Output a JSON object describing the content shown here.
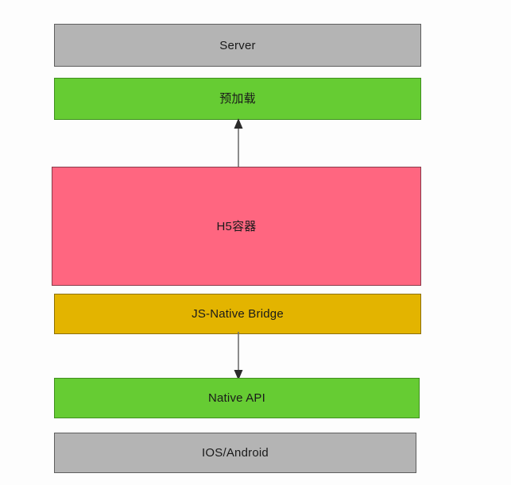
{
  "diagram": {
    "type": "layered-architecture-stack",
    "background_color": "#fdfdfd",
    "nodes": [
      {
        "id": "server",
        "label": "Server",
        "fill": "#b4b4b4",
        "stroke": "#5e5e5e",
        "layer": 1
      },
      {
        "id": "preload",
        "label": "预加载",
        "fill": "#66cc33",
        "stroke": "#3f8f1f",
        "layer": 2
      },
      {
        "id": "h5-container",
        "label": "H5容器",
        "fill": "#ff6680",
        "stroke": "#8a3a4a",
        "layer": 3
      },
      {
        "id": "js-native-bridge",
        "label": "JS-Native Bridge",
        "fill": "#e3b400",
        "stroke": "#8d7000",
        "layer": 4
      },
      {
        "id": "native-api",
        "label": "Native API",
        "fill": "#66cc33",
        "stroke": "#3f8f1f",
        "layer": 5
      },
      {
        "id": "ios-android",
        "label": "IOS/Android",
        "fill": "#b4b4b4",
        "stroke": "#5e5e5e",
        "layer": 6
      }
    ],
    "connectors": [
      {
        "id": "h5-to-preload",
        "from": "h5-container",
        "to": "preload",
        "direction": "up",
        "style": "solid-single-arrow",
        "color": "#6f6f6f"
      },
      {
        "id": "bridge-to-native-api",
        "from": "js-native-bridge",
        "to": "native-api",
        "direction": "down",
        "style": "solid-single-arrow",
        "color": "#6f6f6f"
      }
    ]
  }
}
